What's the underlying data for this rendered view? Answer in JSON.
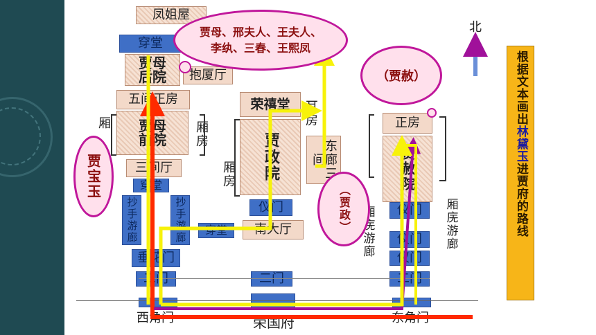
{
  "north_label": "北",
  "side_note": {
    "part1": "根据文本画出",
    "highlight": "林黛玉",
    "part2": "进贾府的路线"
  },
  "clouds": {
    "jia_mu_group": "贾母、邢夫人、王夫人、李纨、三春、王熙凤",
    "jia_she": "（贾赦）",
    "jia_zheng": "（贾政）",
    "jia_baoyu": "贾宝玉"
  },
  "labels": {
    "fengjie_wu": "凤姐屋",
    "chuan_tang_top": "穿堂",
    "jia_mu_houyuan": "贾母后院",
    "bao_xia_ting": "抱厦厅",
    "wujian_zhengfang": "五间正房",
    "xiang_left": "厢",
    "xiang_fang_mid": "厢房",
    "jia_mu_qianyuan": "贾母前院",
    "sanjian_ting": "三间厅",
    "chuan_tang_mid": "穿堂",
    "chao_shou_left": "抄手游廊",
    "chao_shou_right": "抄手游廊",
    "chuan_tang_right": "穿堂",
    "chuihua_men": "垂花门",
    "er_men_left": "二门",
    "xijiao_men": "西角门",
    "rongxi_tang": "荣禧堂",
    "er_fang": "耳房",
    "xiang_fang_c": "厢房",
    "jia_zheng_yuan": "贾政院",
    "dong_lang": "东廊三间",
    "yi_men_center": "仪门",
    "nan_da_ting": "南大厅",
    "er_men_center": "二门",
    "rong_guo_fu": "荣国府",
    "zheng_fang_right": "正房",
    "jia_she_yuan": "贾赦院",
    "yi_men_r1": "仪门",
    "yi_men_r2": "仪门",
    "yi_men_r3": "仪门",
    "er_men_right": "二门",
    "dongjiao_men": "东角门",
    "xiang_lu_left": "厢庑游廊",
    "xiang_lu_right": "厢庑游廊"
  },
  "colors": {
    "route_yellow": "#f7f20a",
    "route_purple": "#a0119a",
    "route_red": "#ff2a00",
    "cloud_border": "#c0179b"
  }
}
